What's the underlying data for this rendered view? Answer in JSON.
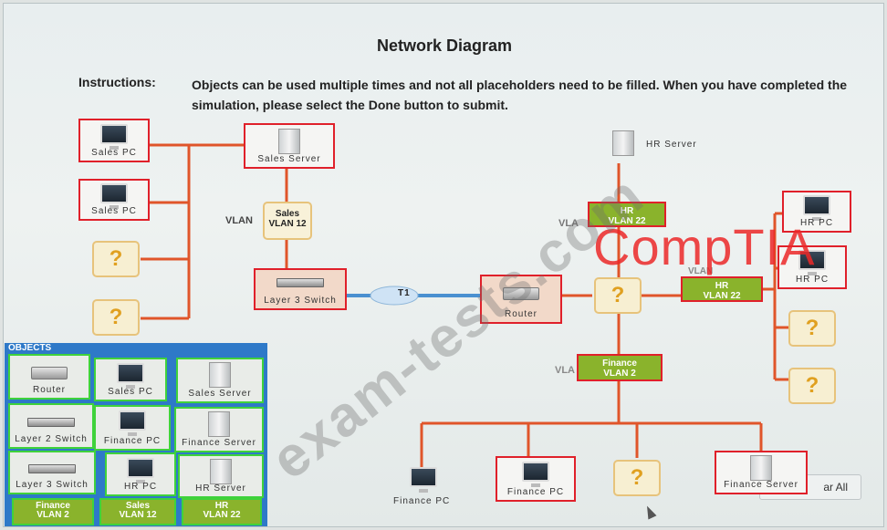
{
  "title": "Network Diagram",
  "instructions": {
    "label": "Instructions:",
    "text": "Objects can be used multiple times and not all placeholders need to be filled. When you have completed the simulation, please select the Done button to submit."
  },
  "diagram": {
    "sales_pc_1": "Sales PC",
    "sales_pc_2": "Sales PC",
    "sales_server": "Sales Server",
    "sales_vlan_prefix": "VLAN",
    "sales_vlan_box": "Sales\nVLAN 12",
    "layer3_switch": "Layer 3 Switch",
    "t1": "T1",
    "router": "Router",
    "hr_server": "HR Server",
    "hr_vlan_prefix": "VLA",
    "hr_vlan_top": "HR\nVLAN 22",
    "hr_vlan_right_prefix": "VLAN",
    "hr_vlan_right": "HR\nVLAN 22",
    "hr_pc_1": "HR PC",
    "hr_pc_2": "HR PC",
    "finance_vlan_prefix": "VLA",
    "finance_vlan": "Finance\nVLAN 2",
    "finance_pc_plain": "Finance PC",
    "finance_pc": "Finance PC",
    "finance_server": "Finance Server",
    "placeholder": "?",
    "clear_all": "ar All"
  },
  "objects": {
    "heading": "OBJECTS",
    "items": [
      "Router",
      "Sales PC",
      "Sales Server",
      "Layer 2 Switch",
      "Finance PC",
      "Finance Server",
      "Layer 3 Switch",
      "HR PC",
      "HR Server",
      "Finance\nVLAN 2",
      "Sales\nVLAN 12",
      "HR\nVLAN 22"
    ]
  },
  "watermarks": {
    "exam": "exam-tests.com",
    "comptia": "CompTIA"
  },
  "colors": {
    "link_line": "#e0552a",
    "t1_link": "#4a90d0",
    "selected_border": "#e0202a",
    "objects_border": "#3fd23b",
    "objects_panel": "#2e79c8",
    "vlan_tag": "#8ab32c",
    "placeholder_border": "#e7c37b"
  }
}
